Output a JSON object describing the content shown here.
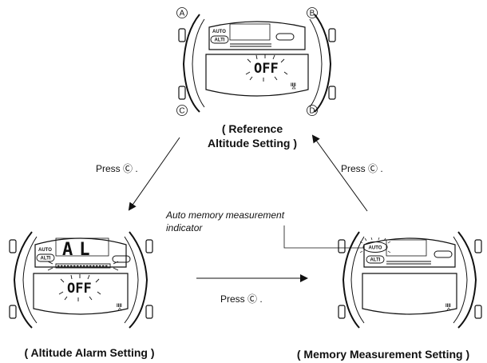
{
  "watches": {
    "top": {
      "buttons": [
        "A",
        "B",
        "C",
        "D"
      ],
      "auto_label": "AUTO",
      "alti_label": "ALTI",
      "display_value": "OFF",
      "caption_line1": "( Reference",
      "caption_line2": "Altitude Setting )"
    },
    "left": {
      "auto_label": "AUTO",
      "alti_label": "ALTI",
      "upper_value": "AL",
      "display_value": "OFF",
      "caption": "( Altitude Alarm Setting )"
    },
    "right": {
      "auto_label": "AUTO",
      "alti_label": "ALTI",
      "caption": "( Memory Measurement Setting )"
    }
  },
  "arrows": {
    "top_to_left": "Press Ⓒ .",
    "left_to_right": "Press Ⓒ .",
    "right_to_top": "Press Ⓒ ."
  },
  "annotation": {
    "line1": "Auto memory measurement",
    "line2": "indicator"
  }
}
